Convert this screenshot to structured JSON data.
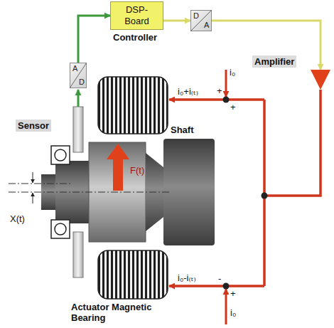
{
  "diagram": {
    "nodes": [
      {
        "text": [
          "DSP-Board",
          "Controller"
        ]
      },
      {
        "text": [
          "A",
          "D"
        ]
      },
      {
        "text": [
          "D",
          "A"
        ]
      },
      {
        "text": [
          "Amplifier"
        ]
      }
    ],
    "edges": [
      {
        "from": 1,
        "to": 0,
        "arrow": "to"
      },
      {
        "from": 0,
        "to": 2,
        "arrow": "to"
      },
      {
        "from": 2,
        "to": 3,
        "arrow": "to"
      }
    ],
    "labels": [
      "Sensor",
      "Shaft",
      "X(t)",
      "F(t)",
      "i₀",
      "+",
      "+",
      "i₀+i₍ₜ₎",
      "i₀-i₍ₜ₎",
      "-",
      "+",
      "i₀",
      "Actuator Magnetic Bearing"
    ]
  }
}
